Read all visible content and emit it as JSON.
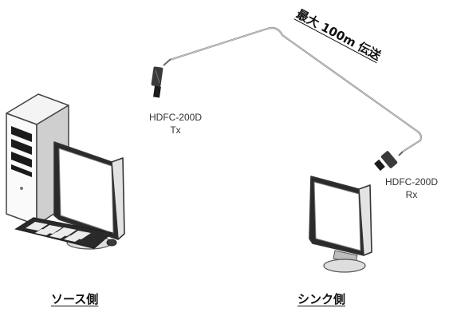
{
  "diagram": {
    "distance_label": "最大 100m 伝送",
    "tx": {
      "model": "HDFC-200D",
      "role": "Tx"
    },
    "rx": {
      "model": "HDFC-200D",
      "role": "Rx"
    },
    "source_label": "ソース側",
    "sink_label": "シンク側"
  }
}
